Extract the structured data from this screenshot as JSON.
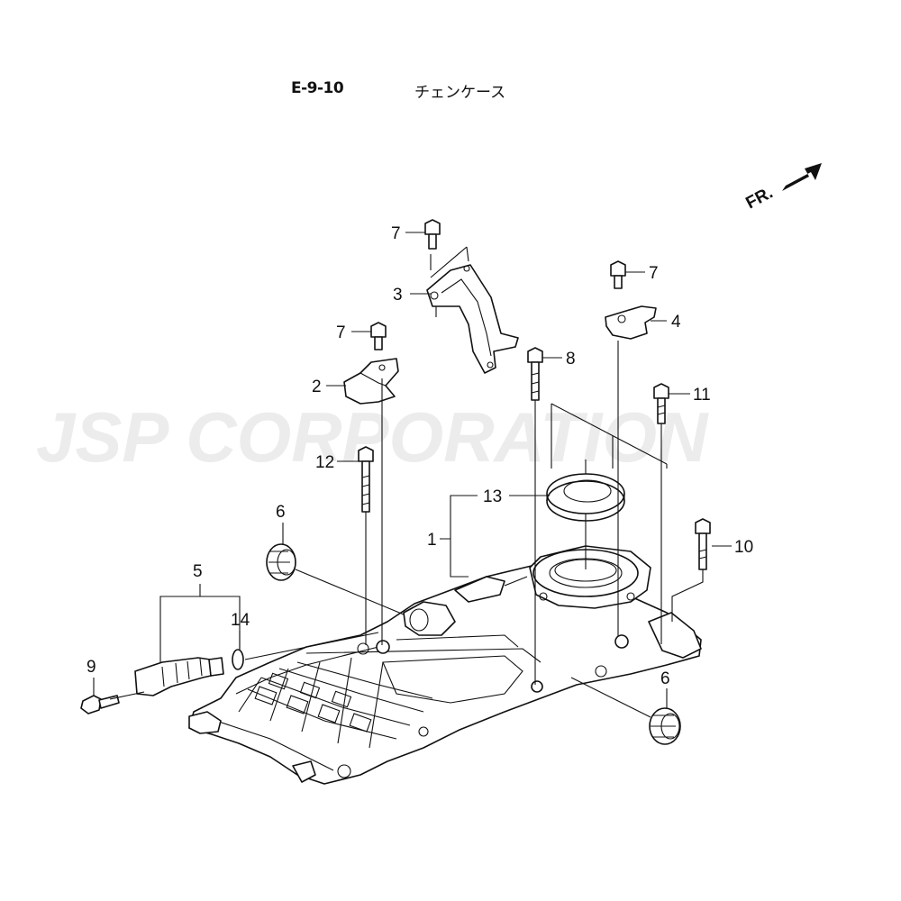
{
  "header": {
    "diagram_code": "E-9-10",
    "title": "チェンケース"
  },
  "watermark": {
    "text": "JSP CORPORATION"
  },
  "direction_indicator": {
    "label": "FR."
  },
  "callouts": [
    {
      "id": "c1",
      "label": "1"
    },
    {
      "id": "c2",
      "label": "2"
    },
    {
      "id": "c3",
      "label": "3"
    },
    {
      "id": "c4",
      "label": "4"
    },
    {
      "id": "c5",
      "label": "5"
    },
    {
      "id": "c6a",
      "label": "6"
    },
    {
      "id": "c6b",
      "label": "6"
    },
    {
      "id": "c7a",
      "label": "7"
    },
    {
      "id": "c7b",
      "label": "7"
    },
    {
      "id": "c7c",
      "label": "7"
    },
    {
      "id": "c8",
      "label": "8"
    },
    {
      "id": "c9",
      "label": "9"
    },
    {
      "id": "c10",
      "label": "10"
    },
    {
      "id": "c11",
      "label": "11"
    },
    {
      "id": "c12",
      "label": "12"
    },
    {
      "id": "c13",
      "label": "13"
    },
    {
      "id": "c14",
      "label": "14"
    }
  ]
}
